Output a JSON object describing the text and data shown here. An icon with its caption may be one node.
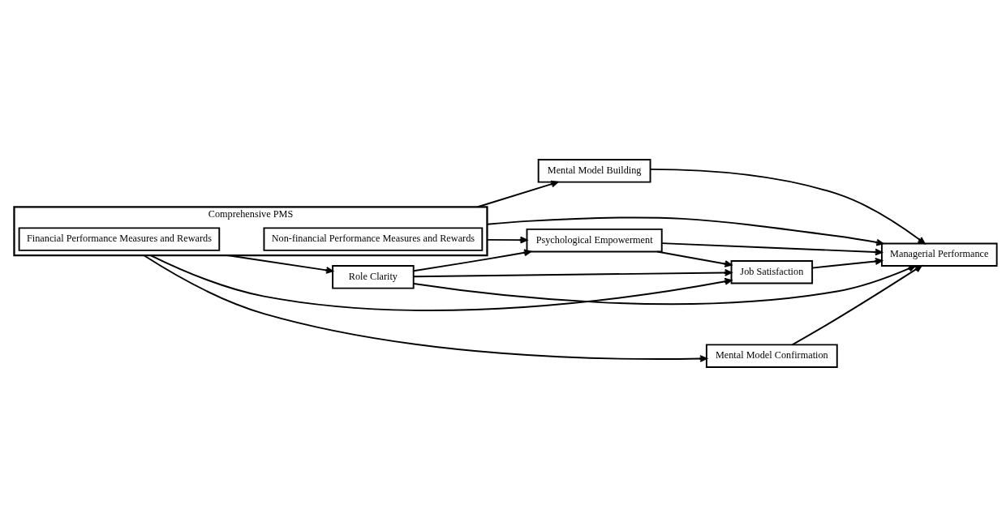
{
  "diagram": {
    "nodes": [
      {
        "text": [
          "Comprehensive PMS"
        ]
      },
      {
        "text": [
          "Financial Performance Measures and Rewards"
        ],
        "in": 0
      },
      {
        "text": [
          "Non-financial Performance Measures and Rewards"
        ],
        "in": 0
      },
      {
        "text": [
          "Role Clarity"
        ]
      },
      {
        "text": [
          "Psychological Empowerment"
        ]
      },
      {
        "text": [
          "Mental Model Confirmation"
        ]
      },
      {
        "text": [
          "Mental Model Building"
        ]
      },
      {
        "text": [
          "Job Satisfaction"
        ]
      },
      {
        "text": [
          "Managerial Performance"
        ]
      }
    ],
    "edges": [
      {
        "from": 0,
        "to": 3,
        "arrow": "to"
      },
      {
        "from": 0,
        "to": 4,
        "arrow": "to"
      },
      {
        "from": 0,
        "to": 5,
        "arrow": "to"
      },
      {
        "from": 0,
        "to": 6,
        "arrow": "to"
      },
      {
        "from": 0,
        "to": 7,
        "arrow": "to"
      },
      {
        "from": 0,
        "to": 8,
        "arrow": "to"
      },
      {
        "from": 3,
        "to": 4,
        "arrow": "to"
      },
      {
        "from": 3,
        "to": 7,
        "arrow": "to"
      },
      {
        "from": 3,
        "to": 8,
        "arrow": "to"
      },
      {
        "from": 4,
        "to": 7,
        "arrow": "to"
      },
      {
        "from": 4,
        "to": 8,
        "arrow": "to"
      },
      {
        "from": 5,
        "to": 8,
        "arrow": "to"
      },
      {
        "from": 6,
        "to": 8,
        "arrow": "to"
      },
      {
        "from": 7,
        "to": 8,
        "arrow": "to"
      }
    ]
  }
}
